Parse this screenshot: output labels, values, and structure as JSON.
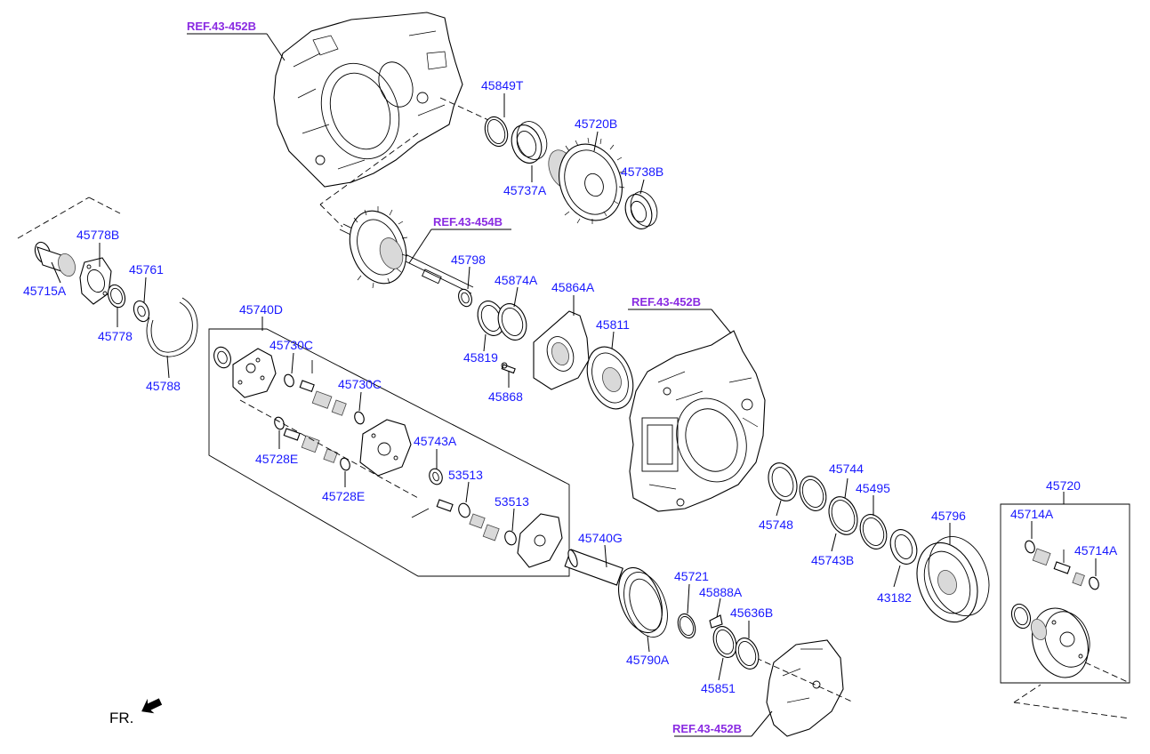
{
  "diagram": {
    "refs": {
      "ref_top": "REF.43-452B",
      "ref_shaft": "REF.43-454B",
      "ref_case": "REF.43-452B",
      "ref_cover": "REF.43-452B"
    },
    "parts": {
      "p45849T": "45849T",
      "p45720B": "45720B",
      "p45737A": "45737A",
      "p45738B": "45738B",
      "p45778B": "45778B",
      "p45715A": "45715A",
      "p45761": "45761",
      "p45778": "45778",
      "p45788": "45788",
      "p45798": "45798",
      "p45874A": "45874A",
      "p45864A": "45864A",
      "p45819": "45819",
      "p45868": "45868",
      "p45811": "45811",
      "p45740D": "45740D",
      "p45730C_1": "45730C",
      "p45730C_2": "45730C",
      "p45728E_1": "45728E",
      "p45728E_2": "45728E",
      "p45743A": "45743A",
      "p53513_1": "53513",
      "p53513_2": "53513",
      "p45740G": "45740G",
      "p45721": "45721",
      "p45888A": "45888A",
      "p45636B": "45636B",
      "p45790A": "45790A",
      "p45851": "45851",
      "p45748": "45748",
      "p45744": "45744",
      "p45743B": "45743B",
      "p45495": "45495",
      "p45796": "45796",
      "p43182": "43182",
      "p45720": "45720",
      "p45714A_1": "45714A",
      "p45714A_2": "45714A"
    },
    "front": {
      "label": "FR.",
      "icon": "front-direction-arrow-icon"
    }
  }
}
